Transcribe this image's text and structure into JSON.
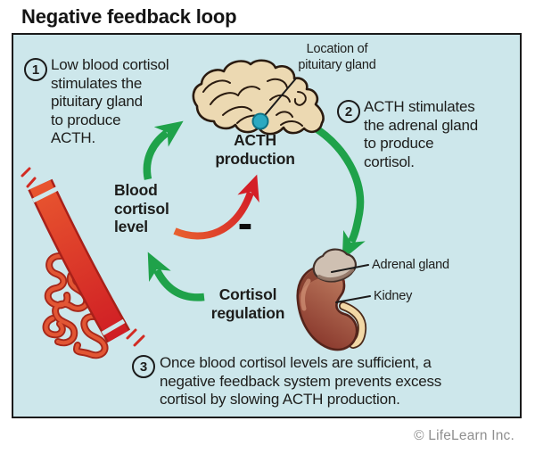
{
  "title": "Negative feedback loop",
  "steps": [
    {
      "number": "1",
      "text": "Low blood cortisol\nstimulates the\npituitary gland\nto produce\nACTH."
    },
    {
      "number": "2",
      "text": "ACTH stimulates\nthe adrenal gland\nto produce\ncortisol."
    },
    {
      "number": "3",
      "text": "Once blood cortisol levels are sufficient, a\nnegative feedback system prevents excess\ncortisol by slowing ACTH production."
    }
  ],
  "nodes": {
    "acth_production": "ACTH\nproduction",
    "blood_cortisol_level": "Blood\ncortisol\nlevel",
    "cortisol_regulation": "Cortisol\nregulation",
    "minus_sign": "-"
  },
  "callouts": {
    "pituitary": "Location of\npituitary gland",
    "adrenal": "Adrenal gland",
    "kidney": "Kidney"
  },
  "footer": {
    "copyright": "© LifeLearn Inc."
  },
  "colors": {
    "panel_background": "#cde7eb",
    "panel_border": "#1a1a1a",
    "green_arrow": "#1fa24a",
    "red_arrow_head": "#d41f27",
    "red_arrow_tail": "#e8622f",
    "artery": "#d92b22",
    "capillary_light": "#e25634",
    "capillary_dark": "#a7281a",
    "brain_fill": "#ecd9b2",
    "brain_outline": "#2a1b10",
    "pituitary_dot": "#2ba9c1",
    "kidney_dark": "#87352a",
    "kidney_light": "#bf7e61",
    "adrenal_fill": "#cfc0b2",
    "ureter_fill": "#f2d8a6",
    "copyright_text": "#8f8f8f"
  }
}
